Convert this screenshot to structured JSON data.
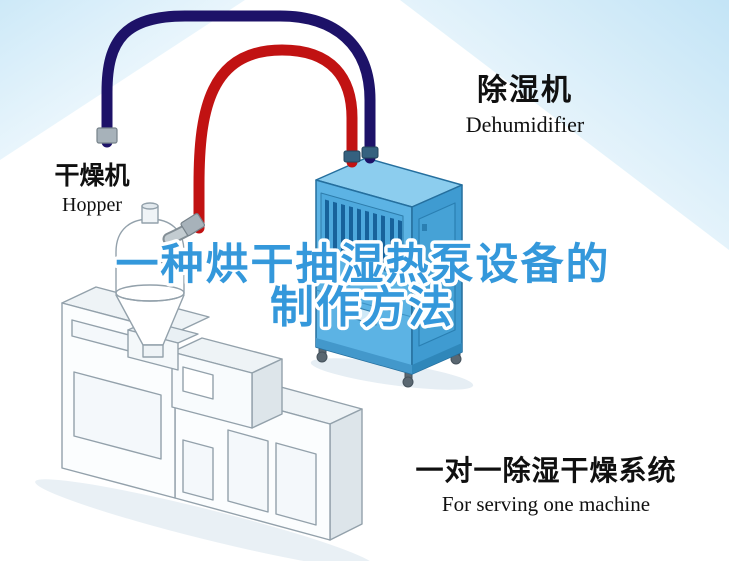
{
  "watermark": {
    "line1": "一种烘干抽湿热泵设备的",
    "line2": "制作方法"
  },
  "labels": {
    "dryer": {
      "cn": "干燥机",
      "en": "Hopper"
    },
    "dehumidifier": {
      "cn": "除湿机",
      "en": "Dehumidifier"
    },
    "system": {
      "cn": "一对一除湿干燥系统",
      "en": "For serving one machine"
    }
  },
  "colors": {
    "watermark_blue": "#3498db",
    "pipe_hot_red": "#c11212",
    "pipe_cold_navy": "#1d1268",
    "cabinet_blue": "#5cb3e4",
    "cabinet_side_blue": "#3f9bd1",
    "cabinet_top_blue": "#8ccdee",
    "corner_tint_blue": "#cde9f8",
    "label_text": "#101010"
  },
  "illustration": {
    "parts": [
      "extruder-machine",
      "hopper-dryer-unit",
      "dehumidifier-unit",
      "hot-air-pipe-red",
      "cold-air-pipe-navy"
    ]
  }
}
